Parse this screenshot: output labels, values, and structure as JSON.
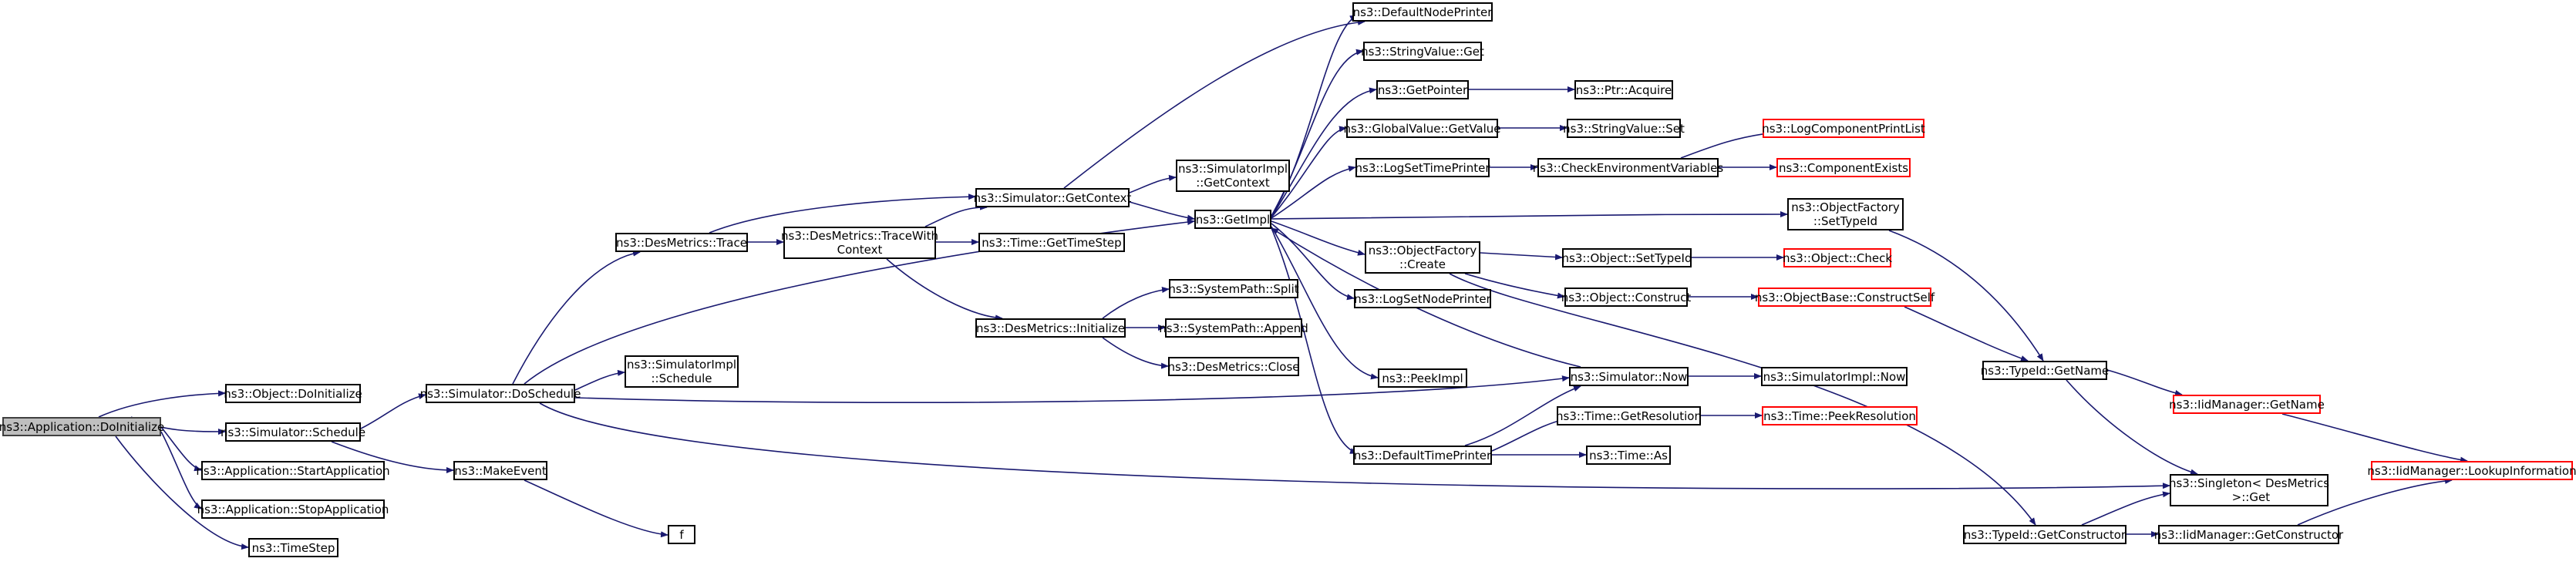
{
  "diagram": {
    "title": "",
    "colors": {
      "edge": "#191970",
      "node_border": "#000000",
      "truncated_border": "#ff0000",
      "root_fill": "#bfbfbf"
    },
    "nodes": {
      "doinitialize": "ns3::Application::DoInitialize",
      "object_doinitialize": "ns3::Object::DoInitialize",
      "simulator_schedule": "ns3::Simulator::Schedule",
      "start_application": "ns3::Application::StartApplication",
      "stop_application": "ns3::Application::StopApplication",
      "timestep": "ns3::TimeStep",
      "simulator_doschedule": "ns3::Simulator::DoSchedule",
      "makeevent": "ns3::MakeEvent",
      "f": "f",
      "desmetrics_trace": "ns3::DesMetrics::Trace",
      "simulatorimpl_schedule": "ns3::SimulatorImpl\n::Schedule",
      "desmetrics_tracewithcontext": "ns3::DesMetrics::TraceWith\nContext",
      "simulator_getcontext": "ns3::Simulator::GetContext",
      "time_gettimestep": "ns3::Time::GetTimeStep",
      "desmetrics_initialize": "ns3::DesMetrics::Initialize",
      "simulatorimpl_getcontext": "ns3::SimulatorImpl\n::GetContext",
      "getimpl": "ns3::GetImpl",
      "systempath_split": "ns3::SystemPath::Split",
      "systempath_append": "ns3::SystemPath::Append",
      "desmetrics_close": "ns3::DesMetrics::Close",
      "defaultnodeprinter": "ns3::DefaultNodePrinter",
      "stringvalue_get": "ns3::StringValue::Get",
      "getpointer": "ns3::GetPointer",
      "globalvalue_getvalue": "ns3::GlobalValue::GetValue",
      "logsettimeprinter": "ns3::LogSetTimePrinter",
      "objectfactory_create": "ns3::ObjectFactory\n::Create",
      "logsetnodeprinter": "ns3::LogSetNodePrinter",
      "peekimpl": "ns3::PeekImpl",
      "defaulttimeprinter": "ns3::DefaultTimePrinter",
      "ptr_acquire": "ns3::Ptr::Acquire",
      "stringvalue_set": "ns3::StringValue::Set",
      "checkenvironmentvariables": "ns3::CheckEnvironmentVariables",
      "logcomponentprintlist": "ns3::LogComponentPrintList",
      "componentexists": "ns3::ComponentExists",
      "objectfactory_settypeid": "ns3::ObjectFactory\n::SetTypeId",
      "object_settypeid": "ns3::Object::SetTypeId",
      "object_check": "ns3::Object::Check",
      "object_construct": "ns3::Object::Construct",
      "objectbase_constructself": "ns3::ObjectBase::ConstructSelf",
      "typeid_getname": "ns3::TypeId::GetName",
      "iidmanager_getname": "ns3::IidManager::GetName",
      "iidmanager_lookupinformation": "ns3::IidManager::LookupInformation",
      "simulator_now": "ns3::Simulator::Now",
      "simulatorimpl_now": "ns3::SimulatorImpl::Now",
      "time_getresolution": "ns3::Time::GetResolution",
      "time_peekresolution": "ns3::Time::PeekResolution",
      "time_as": "ns3::Time::As",
      "singleton_get": "ns3::Singleton< DesMetrics\n >::Get",
      "typeid_getconstructor": "ns3::TypeId::GetConstructor",
      "iidmanager_getconstructor": "ns3::IidManager::GetConstructor"
    }
  }
}
